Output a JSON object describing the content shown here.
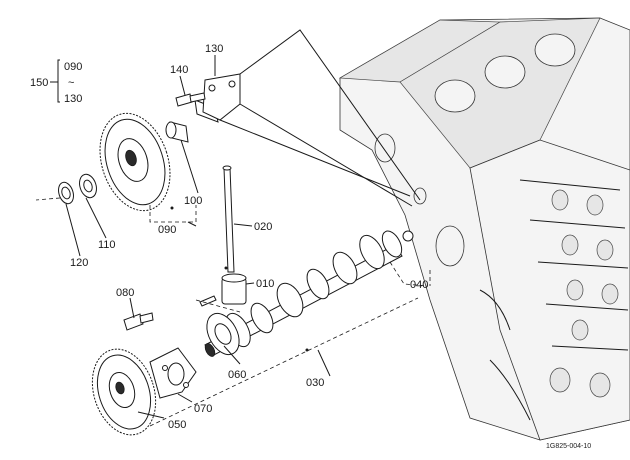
{
  "diagram": {
    "callouts": [
      {
        "id": "150",
        "text": "150"
      },
      {
        "id": "090-top",
        "text": "090"
      },
      {
        "id": "tilde",
        "text": "~"
      },
      {
        "id": "130-range",
        "text": "130"
      },
      {
        "id": "130",
        "text": "130"
      },
      {
        "id": "140",
        "text": "140"
      },
      {
        "id": "100",
        "text": "100"
      },
      {
        "id": "090",
        "text": "090"
      },
      {
        "id": "110",
        "text": "110"
      },
      {
        "id": "120",
        "text": "120"
      },
      {
        "id": "020",
        "text": "020"
      },
      {
        "id": "010",
        "text": "010"
      },
      {
        "id": "040",
        "text": "040"
      },
      {
        "id": "080",
        "text": "080"
      },
      {
        "id": "030",
        "text": "030"
      },
      {
        "id": "060",
        "text": "060"
      },
      {
        "id": "070",
        "text": "070"
      },
      {
        "id": "050",
        "text": "050"
      }
    ],
    "drawing_reference": "1G825-004-10"
  }
}
